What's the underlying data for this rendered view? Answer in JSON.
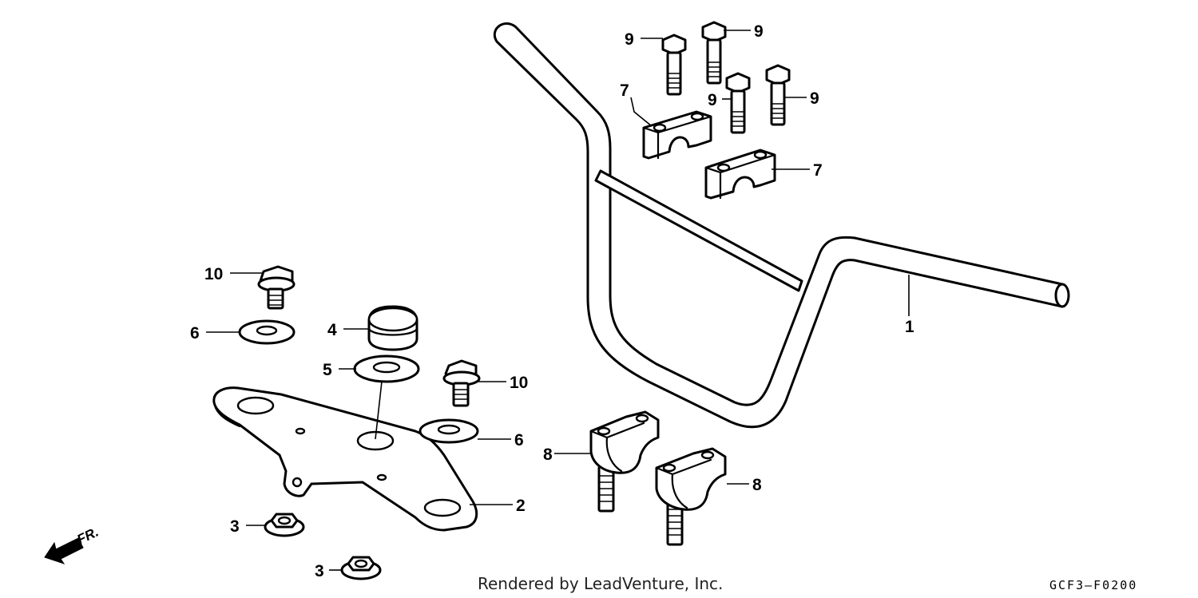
{
  "callouts": {
    "c1": "1",
    "c2": "2",
    "c3a": "3",
    "c3b": "3",
    "c4": "4",
    "c5": "5",
    "c6a": "6",
    "c6b": "6",
    "c7a": "7",
    "c7b": "7",
    "c8a": "8",
    "c8b": "8",
    "c9a": "9",
    "c9b": "9",
    "c9c": "9",
    "c9d": "9",
    "c10a": "10",
    "c10b": "10"
  },
  "direction_marker": "FR.",
  "footer": {
    "credit": "Rendered by LeadVenture, Inc.",
    "diagram_code": "GCF3–F0200"
  }
}
